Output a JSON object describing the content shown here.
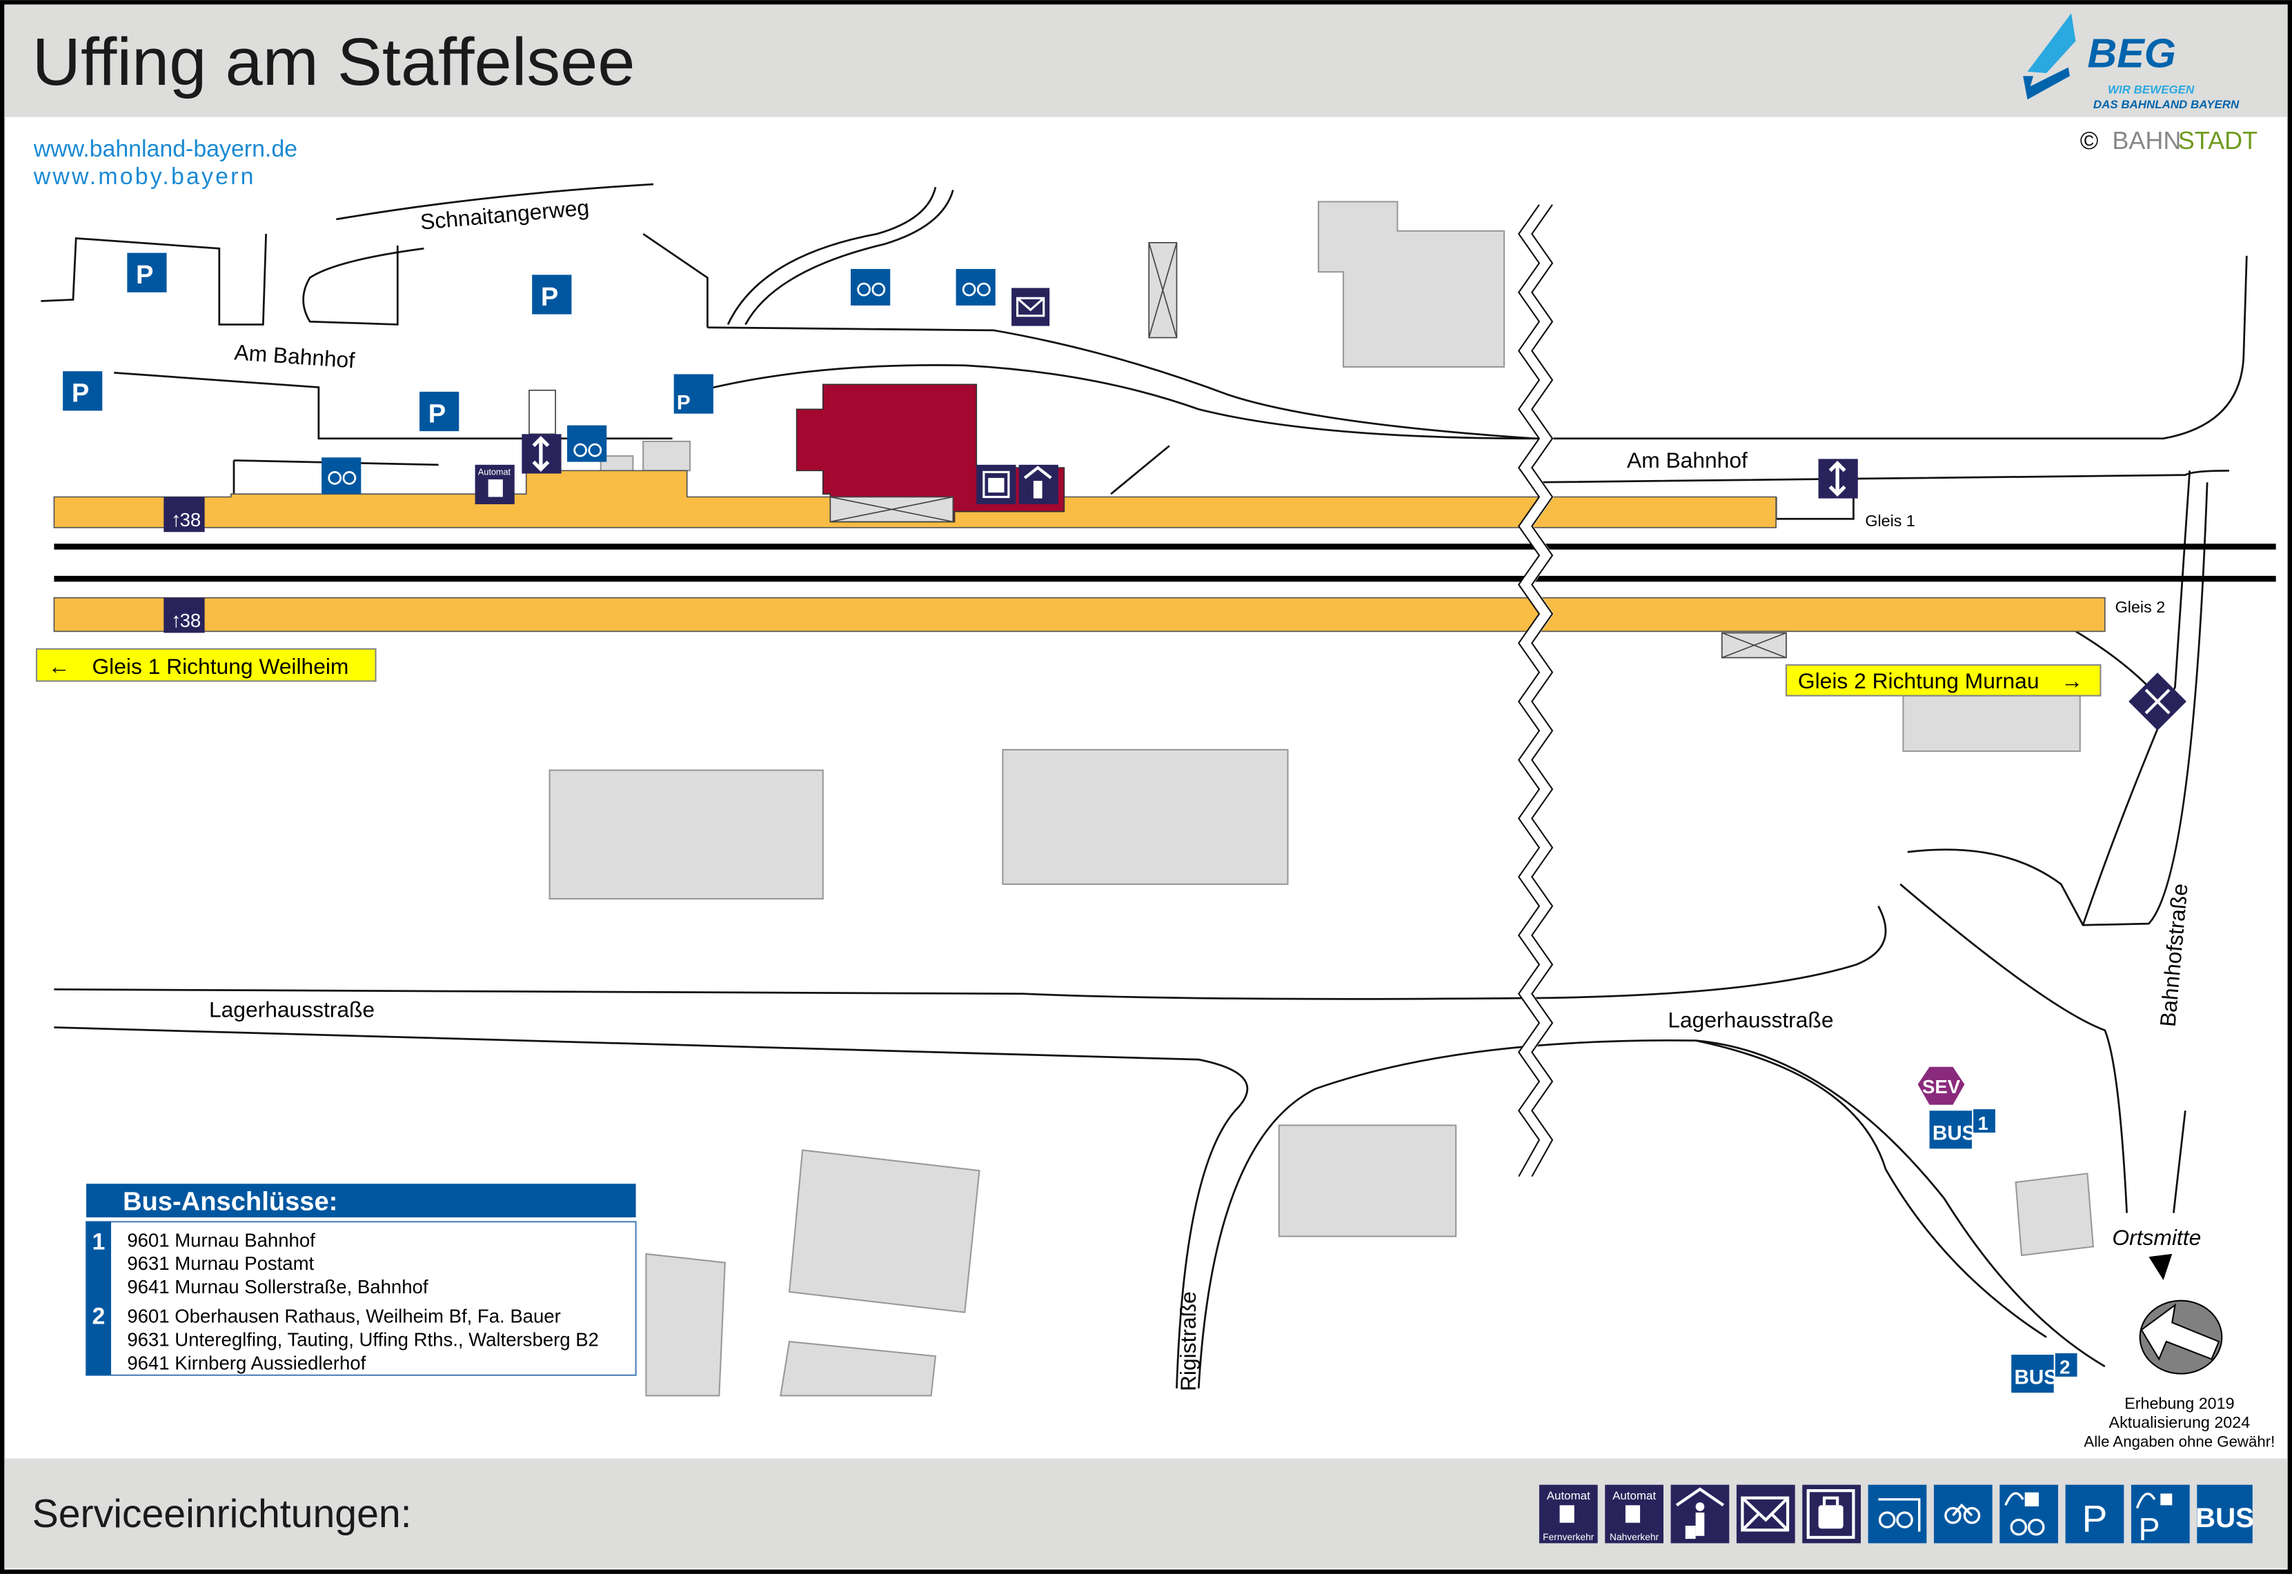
{
  "header": {
    "title": "Uffing am Staffelsee",
    "logo_text": "BEG",
    "logo_slogan_1": "WIR BEWEGEN",
    "logo_slogan_2": "DAS BAHNLAND BAYERN"
  },
  "links": [
    "www.bahnland-bayern.de",
    "www.moby.bayern"
  ],
  "copyright": {
    "symbol": "©",
    "part1": "BAHN",
    "part2": "STADT"
  },
  "streets": {
    "schnaitangerweg": "Schnaitangerweg",
    "am_bahnhof_1": "Am Bahnhof",
    "am_bahnhof_2": "Am Bahnhof",
    "lagerhaus_1": "Lagerhausstraße",
    "lagerhaus_2": "Lagerhausstraße",
    "rigistrasse": "Rigistraße",
    "bahnhofstrasse": "Bahnhofstraße"
  },
  "platforms": {
    "gleis1": "Gleis 1",
    "gleis2": "Gleis 2",
    "platform_height": "38",
    "dir1": "Gleis 1 Richtung Weilheim",
    "dir2": "Gleis 2 Richtung Murnau"
  },
  "map_icons": {
    "parking": "P",
    "automat": "Automat",
    "sev": "SEV",
    "bus": "BUS",
    "bus1": "1",
    "bus2": "2"
  },
  "ortsmitte": "Ortsmitte",
  "bus_box": {
    "title": "Bus-Anschlüsse:",
    "groups": [
      {
        "number": "1",
        "lines": [
          "9601 Murnau Bahnhof",
          "9631 Murnau Postamt",
          "9641 Murnau Sollerstraße, Bahnhof"
        ]
      },
      {
        "number": "2",
        "lines": [
          "9601 Oberhausen Rathaus, Weilheim Bf, Fa. Bauer",
          "9631 Untereglfing, Tauting, Uffing Rths., Waltersberg B2",
          "9641 Kirnberg Aussiedlerhof"
        ]
      }
    ]
  },
  "notes": [
    "Erhebung 2019",
    "Aktualisierung 2024",
    "Alle Angaben ohne Gewähr!"
  ],
  "footer": {
    "label": "Serviceeinrichtungen:",
    "legend": [
      {
        "icon": "ticket-machine-long-distance-icon",
        "top": "Automat",
        "bottom": "Fernverkehr"
      },
      {
        "icon": "ticket-machine-regional-icon",
        "top": "Automat",
        "bottom": "Nahverkehr"
      },
      {
        "icon": "waiting-shelter-icon"
      },
      {
        "icon": "mailbox-icon"
      },
      {
        "icon": "luggage-locker-icon"
      },
      {
        "icon": "covered-bike-parking-icon"
      },
      {
        "icon": "bike-parking-icon"
      },
      {
        "icon": "e-bike-charging-icon"
      },
      {
        "icon": "parking-icon",
        "text": "P"
      },
      {
        "icon": "ev-parking-icon",
        "text": "P"
      },
      {
        "icon": "bus-icon",
        "text": "BUS"
      }
    ]
  },
  "colors": {
    "platform": "#f9bc44",
    "station": "#a4072f",
    "dark_icon": "#29235c",
    "blue_icon": "#0057a0",
    "sev": "#8a2a7c",
    "highlight": "#ffff00"
  }
}
